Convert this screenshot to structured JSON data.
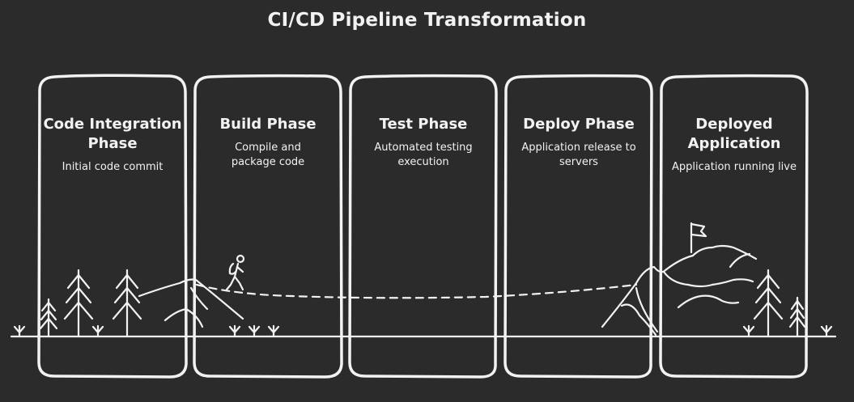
{
  "title": "CI/CD Pipeline Transformation",
  "phases": [
    {
      "title": "Code Integration Phase",
      "description": "Initial code commit"
    },
    {
      "title": "Build Phase",
      "description": "Compile and package code"
    },
    {
      "title": "Test Phase",
      "description": "Automated testing execution"
    },
    {
      "title": "Deploy Phase",
      "description": "Application release to servers"
    },
    {
      "title": "Deployed Application",
      "description": "Application running live"
    }
  ],
  "colors": {
    "background": "#2b2b2b",
    "stroke": "#f2f2f2"
  },
  "icons": [
    "hiker-icon",
    "flag-icon",
    "pine-tree-icon",
    "mountain-icon",
    "grass-icon"
  ]
}
